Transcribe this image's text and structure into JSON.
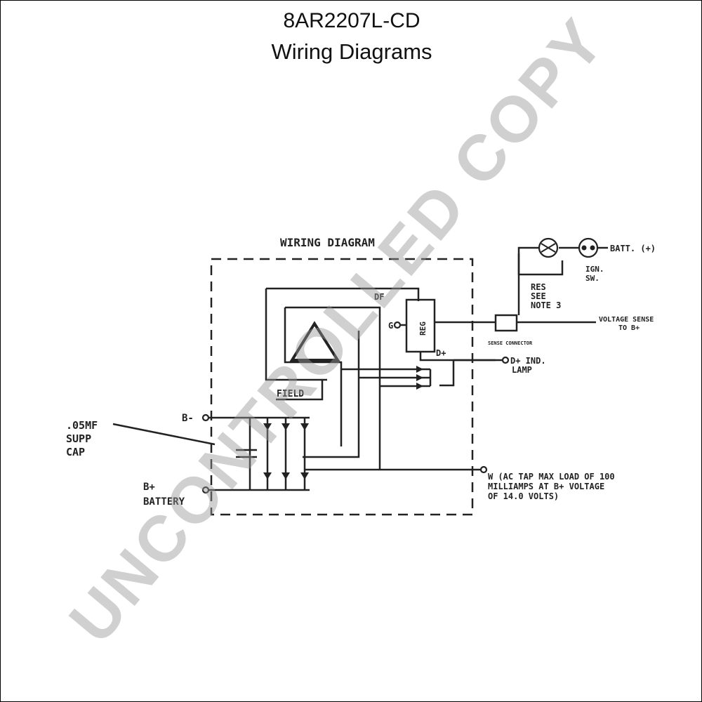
{
  "header": {
    "title": "8AR2207L-CD",
    "subtitle": "Wiring Diagrams"
  },
  "diagram": {
    "heading": "WIRING DIAGRAM",
    "labels": {
      "df": "DF",
      "reg": "REG",
      "g": "G",
      "d_plus": "D+",
      "field": "FIELD",
      "b_minus": "B-",
      "b_plus_battery_1": "B+",
      "b_plus_battery_2": "BATTERY",
      "cap_1": ".05MF",
      "cap_2": "SUPP",
      "cap_3": "CAP",
      "batt": "BATT. (+)",
      "ign_1": "IGN.",
      "ign_2": "SW.",
      "res_1": "RES",
      "res_2": "SEE",
      "res_3": "NOTE 3",
      "sense_1": "VOLTAGE SENSE",
      "sense_2": "TO B+",
      "connector": "SENSE CONNECTOR",
      "lamp_1": "D+ IND.",
      "lamp_2": "LAMP",
      "w_1": "W (AC TAP MAX LOAD OF 100",
      "w_2": "MILLIAMPS AT B+ VOLTAGE",
      "w_3": "OF 14.0 VOLTS)"
    }
  },
  "watermark": "UNCONTROLLED COPY"
}
